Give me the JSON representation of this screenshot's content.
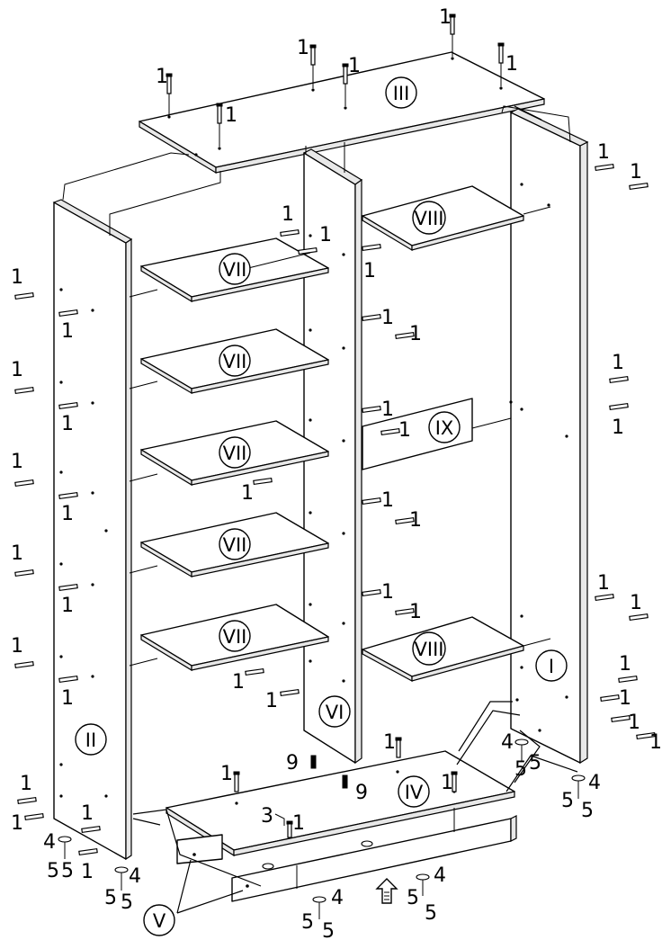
{
  "parts": {
    "I": "I",
    "II": "II",
    "III": "III",
    "IV": "IV",
    "V": "V",
    "VI": "VI",
    "VII": "VII",
    "VIII": "VIII",
    "IX": "IX"
  },
  "fasteners": {
    "screw": "1",
    "foot_base": "4",
    "foot_nut": "5",
    "dowel": "9",
    "bracket_a": "3"
  },
  "icons": {
    "up_arrow": "up-arrow-icon"
  }
}
